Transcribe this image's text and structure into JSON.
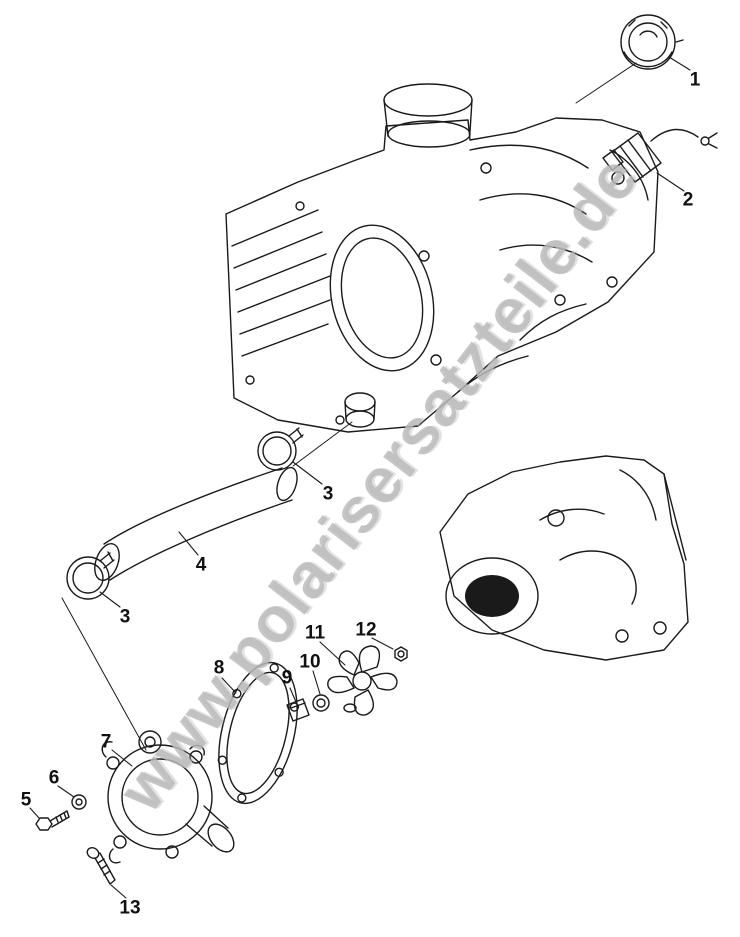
{
  "watermark": {
    "text": "www.polarisersatzteile.de"
  },
  "callouts": [
    {
      "label": "1"
    },
    {
      "label": "2"
    },
    {
      "label": "3"
    },
    {
      "label": "4"
    },
    {
      "label": "3"
    },
    {
      "label": "11"
    },
    {
      "label": "12"
    },
    {
      "label": "8"
    },
    {
      "label": "10"
    },
    {
      "label": "9"
    },
    {
      "label": "7"
    },
    {
      "label": "6"
    },
    {
      "label": "5"
    },
    {
      "label": "13"
    }
  ],
  "diagram": {
    "type": "exploded-parts-diagram",
    "line_color": "#1a1a1a",
    "background": "#ffffff"
  }
}
